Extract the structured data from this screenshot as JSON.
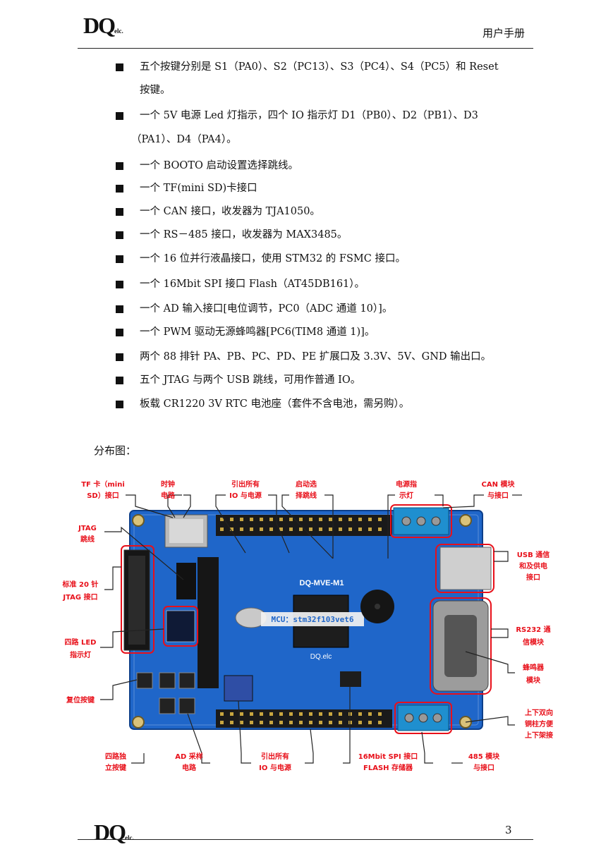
{
  "header": {
    "logo_main": "DQ",
    "logo_sub": "elc.",
    "title": "用户手册"
  },
  "features": [
    {
      "lines": [
        "五个按键分别是 S1（PA0）、S2（PC13）、S3（PC4）、S4（PC5）和 Reset",
        "按键。"
      ]
    },
    {
      "lines": [
        "一个 5V 电源 Led 灯指示，四个 IO 指示灯 D1（PB0）、D2（PB1）、D3",
        "（PA1）、D4（PA4）。"
      ]
    },
    {
      "lines": [
        "一个 BOOTO 启动设置选择跳线。"
      ]
    },
    {
      "lines": [
        "一个 TF(mini SD)卡接口"
      ]
    },
    {
      "lines": [
        "一个 CAN 接口，收发器为 TJA1050。"
      ]
    },
    {
      "lines": [
        "一个 RS－485 接口，收发器为 MAX3485。"
      ]
    },
    {
      "lines": [
        "一个 16 位并行液晶接口，使用 STM32 的 FSMC 接口。"
      ]
    },
    {
      "lines": [
        "一个 16Mbit SPI 接口 Flash（AT45DB161）。"
      ]
    },
    {
      "lines": [
        "一个 AD 输入接口[电位调节，PC0（ADC 通道 10）]。"
      ]
    },
    {
      "lines": [
        "一个 PWM 驱动无源蜂鸣器[PC6(TIM8 通道 1)]。"
      ]
    },
    {
      "lines": [
        "两个 88 排针 PA、PB、PC、PD、PE 扩展口及 3.3V、5V、GND 输出口。"
      ]
    },
    {
      "lines": [
        "五个 JTAG 与两个 USB 跳线，可用作普通 IO。"
      ]
    },
    {
      "lines": [
        "板载 CR1220 3V RTC 电池座（套件不含电池，需另购）。"
      ]
    }
  ],
  "distribution_label": "分布图：",
  "diagram": {
    "board_name": "DQ-MVE-M1",
    "mcu_label": "MCU：stm32f103vet6",
    "chip_text": "DQ.elc",
    "labels": {
      "tf": [
        "TF 卡（mini",
        "SD）接口"
      ],
      "clock": [
        "时钟",
        "电路"
      ],
      "io_top": [
        "引出所有",
        "IO 与电源"
      ],
      "boot": [
        "启动选",
        "择跳线"
      ],
      "power_led": [
        "电源指",
        "示灯"
      ],
      "can": [
        "CAN 模块",
        "与接口"
      ],
      "jtag_jumper": [
        "JTAG",
        "跳线"
      ],
      "usb": [
        "USB 通信",
        "和及供电",
        "接口"
      ],
      "jtag20": [
        "标准 20 针",
        "JTAG 接口"
      ],
      "rs232": [
        "RS232 通",
        "信模块"
      ],
      "led4": [
        "四路 LED",
        "指示灯"
      ],
      "buzzer": [
        "蜂鸣器",
        "模块"
      ],
      "reset": [
        "复位按键"
      ],
      "standoff": [
        "上下双向",
        "铜柱方便",
        "上下架接"
      ],
      "keys4": [
        "四路独",
        "立按键"
      ],
      "ad": [
        "AD 采样",
        "电路"
      ],
      "io_bottom": [
        "引出所有",
        "IO 与电源"
      ],
      "flash": [
        "16Mbit SPI 接口",
        "FLASH 存储器"
      ],
      "rs485": [
        "485 模块",
        "与接口"
      ]
    },
    "colors": {
      "label": "#e8101a",
      "board": "#1f66c9",
      "connector": "#2a9fd6"
    }
  },
  "footer": {
    "logo_main": "DQ",
    "logo_sub": "elc.",
    "page_number": "3"
  }
}
